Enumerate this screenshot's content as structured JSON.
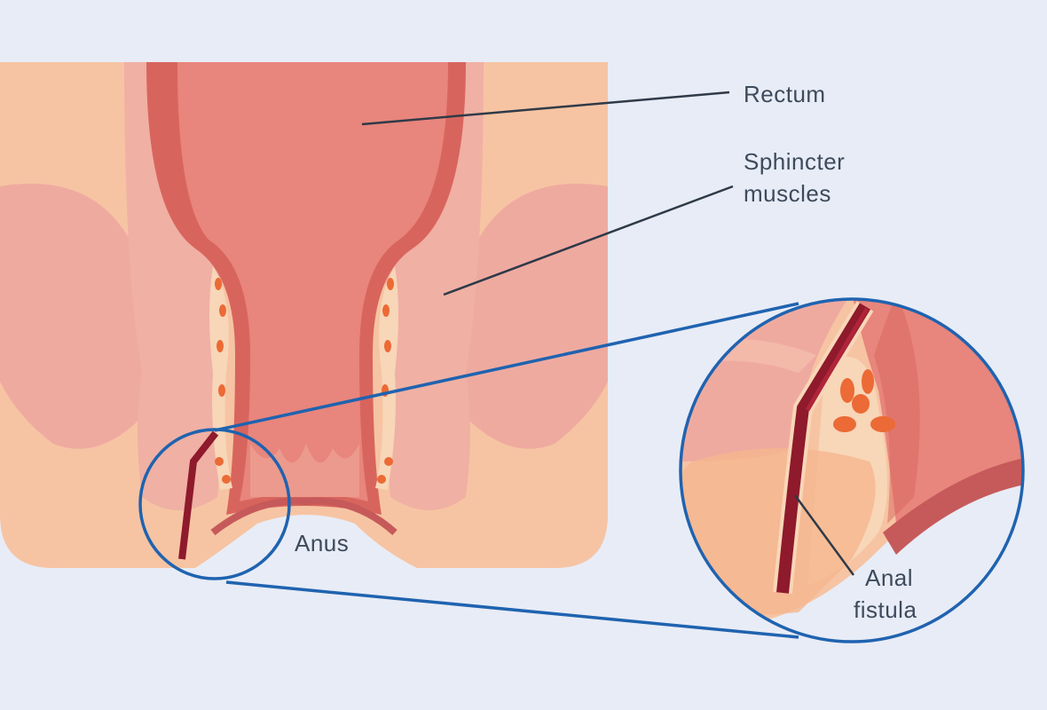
{
  "labels": {
    "rectum": "Rectum",
    "sphincter_line1": "Sphincter",
    "sphincter_line2": "muscles",
    "anus": "Anus",
    "fistula_line1": "Anal",
    "fistula_line2": "fistula"
  },
  "colors": {
    "background": "#e8ecf6",
    "skin": "#f6c4a3",
    "muscle": "#efaaa0",
    "rectum": "#e8857c",
    "rectum_rim": "#d8655d",
    "fistula": "#8e1a2c",
    "gland": "#ec6a35",
    "magnifier": "#1f63b0",
    "text": "#3d4b5c"
  }
}
